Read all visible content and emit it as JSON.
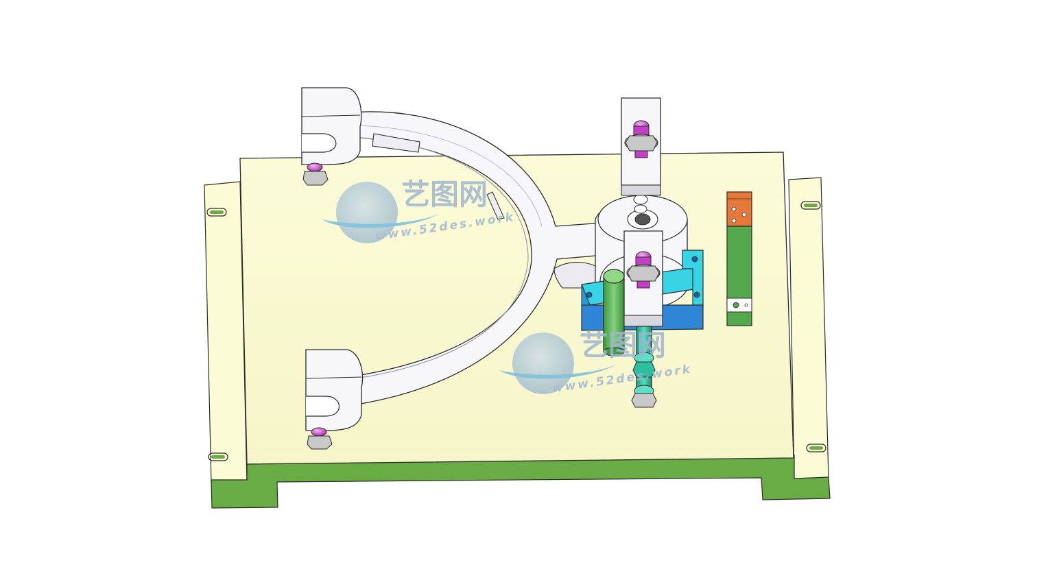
{
  "scene": "cad-fixture-isometric",
  "colors": {
    "background": "#ffffff",
    "plate_top": "#fbfbd6",
    "base_green": "#6aac45",
    "outline": "#2b2b2b",
    "clamp_white": "#f7f6fb",
    "bolt_purple": "#c23fc6",
    "block_blue": "#2f86d6",
    "block_cyan": "#34d3e6",
    "pin_green": "#57b856",
    "sensor_orange": "#e6783a",
    "sensor_green": "#52a84a",
    "watermark": "#9fb6cf"
  },
  "watermarks": [
    {
      "cn": "艺图网",
      "url": "www.52des.work"
    },
    {
      "cn": "艺图网",
      "url": "www.52des.work"
    }
  ]
}
